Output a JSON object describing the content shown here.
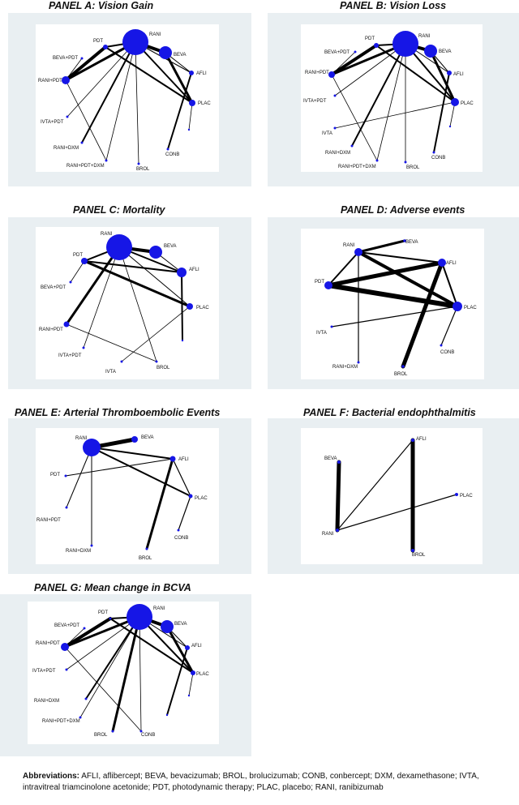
{
  "figure": {
    "panels": [
      {
        "id": "A",
        "title": "PANEL A: Vision Gain",
        "nodes": [
          {
            "label": "RANI",
            "size": "xlarge"
          },
          {
            "label": "BEVA",
            "size": "large"
          },
          {
            "label": "PDT",
            "size": "small"
          },
          {
            "label": "BEVA+PDT",
            "size": "tiny"
          },
          {
            "label": "RANI+PDT",
            "size": "medium"
          },
          {
            "label": "AFLI",
            "size": "small"
          },
          {
            "label": "PLAC",
            "size": "small"
          },
          {
            "label": "IVTA+PDT",
            "size": "tiny"
          },
          {
            "label": "RANI+DXM",
            "size": "tiny"
          },
          {
            "label": "RANI+PDT+DXM",
            "size": "tiny"
          },
          {
            "label": "BROL",
            "size": "tiny"
          },
          {
            "label": "CONB",
            "size": "tiny"
          }
        ]
      },
      {
        "id": "B",
        "title": "PANEL B: Vision Loss",
        "nodes": [
          {
            "label": "RANI",
            "size": "xlarge"
          },
          {
            "label": "BEVA",
            "size": "large"
          },
          {
            "label": "PDT",
            "size": "small"
          },
          {
            "label": "BEVA+PDT",
            "size": "tiny"
          },
          {
            "label": "RANI+PDT",
            "size": "medium"
          },
          {
            "label": "AFLI",
            "size": "small"
          },
          {
            "label": "PLAC",
            "size": "medium"
          },
          {
            "label": "IVTA+PDT",
            "size": "tiny"
          },
          {
            "label": "IVTA",
            "size": "tiny"
          },
          {
            "label": "RANI+DXM",
            "size": "tiny"
          },
          {
            "label": "RANI+PDT+DXM",
            "size": "tiny"
          },
          {
            "label": "BROL",
            "size": "tiny"
          },
          {
            "label": "CONB",
            "size": "tiny"
          }
        ]
      },
      {
        "id": "C",
        "title": "PANEL C: Mortality",
        "nodes": [
          {
            "label": "RANI",
            "size": "xlarge"
          },
          {
            "label": "BEVA",
            "size": "large"
          },
          {
            "label": "PDT",
            "size": "small"
          },
          {
            "label": "AFLI",
            "size": "medium"
          },
          {
            "label": "BEVA+PDT",
            "size": "tiny"
          },
          {
            "label": "PLAC",
            "size": "small"
          },
          {
            "label": "RANI+PDT",
            "size": "small"
          },
          {
            "label": "IVTA+PDT",
            "size": "tiny"
          },
          {
            "label": "IVTA",
            "size": "tiny"
          },
          {
            "label": "BROL",
            "size": "tiny"
          }
        ]
      },
      {
        "id": "D",
        "title": "PANEL D: Adverse events",
        "nodes": [
          {
            "label": "RANI",
            "size": "medium"
          },
          {
            "label": "BEVA",
            "size": "tiny"
          },
          {
            "label": "AFLI",
            "size": "medium"
          },
          {
            "label": "PDT",
            "size": "medium"
          },
          {
            "label": "PLAC",
            "size": "medium"
          },
          {
            "label": "IVTA",
            "size": "tiny"
          },
          {
            "label": "CONB",
            "size": "tiny"
          },
          {
            "label": "RANI+DXM",
            "size": "tiny"
          },
          {
            "label": "BROL",
            "size": "tiny"
          }
        ]
      },
      {
        "id": "E",
        "title": "PANEL E: Arterial Thromboembolic Events",
        "nodes": [
          {
            "label": "RANI",
            "size": "large"
          },
          {
            "label": "BEVA",
            "size": "small"
          },
          {
            "label": "AFLI",
            "size": "small"
          },
          {
            "label": "PDT",
            "size": "tiny"
          },
          {
            "label": "PLAC",
            "size": "tiny"
          },
          {
            "label": "RANI+PDT",
            "size": "tiny"
          },
          {
            "label": "CONB",
            "size": "tiny"
          },
          {
            "label": "RANI+DXM",
            "size": "tiny"
          },
          {
            "label": "BROL",
            "size": "tiny"
          }
        ]
      },
      {
        "id": "F",
        "title": "PANEL F: Bacterial endophthalmitis",
        "nodes": [
          {
            "label": "AFLI",
            "size": "tiny"
          },
          {
            "label": "BEVA",
            "size": "tiny"
          },
          {
            "label": "PLAC",
            "size": "tiny"
          },
          {
            "label": "RANI",
            "size": "tiny"
          },
          {
            "label": "BROL",
            "size": "tiny"
          }
        ]
      },
      {
        "id": "G",
        "title": "PANEL G: Mean change in BCVA",
        "nodes": [
          {
            "label": "RANI",
            "size": "xlarge"
          },
          {
            "label": "BEVA",
            "size": "large"
          },
          {
            "label": "PDT",
            "size": "tiny"
          },
          {
            "label": "BEVA+PDT",
            "size": "tiny"
          },
          {
            "label": "RANI+PDT",
            "size": "medium"
          },
          {
            "label": "AFLI",
            "size": "small"
          },
          {
            "label": "IVTA+PDT",
            "size": "tiny"
          },
          {
            "label": "PLAC",
            "size": "small"
          },
          {
            "label": "RANI+DXM",
            "size": "tiny"
          },
          {
            "label": "RANI+PDT+DXM",
            "size": "tiny"
          },
          {
            "label": "BROL",
            "size": "tiny"
          },
          {
            "label": "CONB",
            "size": "tiny"
          }
        ]
      }
    ],
    "abbreviations": {
      "heading": "Abbreviations:",
      "text": "AFLI, aflibercept; BEVA, bevacizumab; BROL, brolucizumab; CONB, conbercept; DXM, dexamethasone; IVTA, intravitreal triamcinolone acetonide; PDT, photodynamic therapy; PLAC, placebo; RANI, ranibizumab"
    },
    "colors": {
      "node": "#1616e6",
      "edge": "#000000",
      "panel_background": "#e9eff2"
    }
  }
}
